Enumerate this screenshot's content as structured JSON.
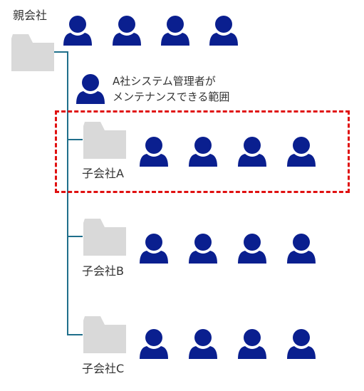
{
  "parent": {
    "label": "親会社",
    "users": 4
  },
  "scope_note": {
    "line1": "A社システム管理者が",
    "line2": "メンテナンスできる範囲"
  },
  "subsidiaries": [
    {
      "label": "子会社A",
      "users": 4,
      "highlighted": true
    },
    {
      "label": "子会社B",
      "users": 4,
      "highlighted": false
    },
    {
      "label": "子会社C",
      "users": 4,
      "highlighted": false
    }
  ],
  "colors": {
    "person": "#0a1f8f",
    "folder": "#d9d9d9",
    "connector": "#1f6f8b",
    "highlight": "#e01010"
  }
}
